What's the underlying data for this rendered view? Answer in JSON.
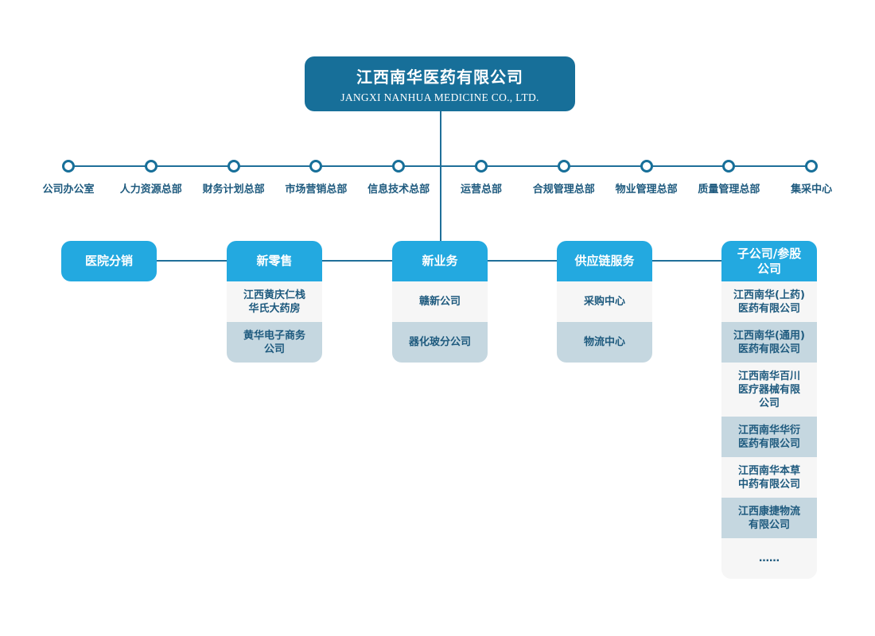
{
  "company": {
    "name_cn": "江西南华医药有限公司",
    "name_en": "JANGXI NANHUA MEDICINE CO., LTD."
  },
  "departments": [
    "公司办公室",
    "人力资源总部",
    "财务计划总部",
    "市场营销总部",
    "信息技术总部",
    "运营总部",
    "合规管理总部",
    "物业管理总部",
    "质量管理总部",
    "集采中心"
  ],
  "business_units": [
    {
      "name": "医院分销",
      "items": []
    },
    {
      "name": "新零售",
      "items": [
        "江西黄庆仁栈\n华氏大药房",
        "黄华电子商务\n公司"
      ]
    },
    {
      "name": "新业务",
      "items": [
        "赣新公司",
        "器化玻分公司"
      ]
    },
    {
      "name": "供应链服务",
      "items": [
        "采购中心",
        "物流中心"
      ]
    },
    {
      "name": "子公司/参股\n公司",
      "items": [
        "江西南华(上药)\n医药有限公司",
        "江西南华(通用)\n医药有限公司",
        "江西南华百川\n医疗器械有限\n公司",
        "江西南华华衍\n医药有限公司",
        "江西南华本草\n中药有限公司",
        "江西康捷物流\n有限公司",
        "……"
      ]
    }
  ],
  "colors": {
    "primary": "#176f99",
    "accent": "#23a9e0",
    "text": "#1e5a7e",
    "row_light": "#f6f6f6",
    "row_dark": "#c5d7e0"
  }
}
